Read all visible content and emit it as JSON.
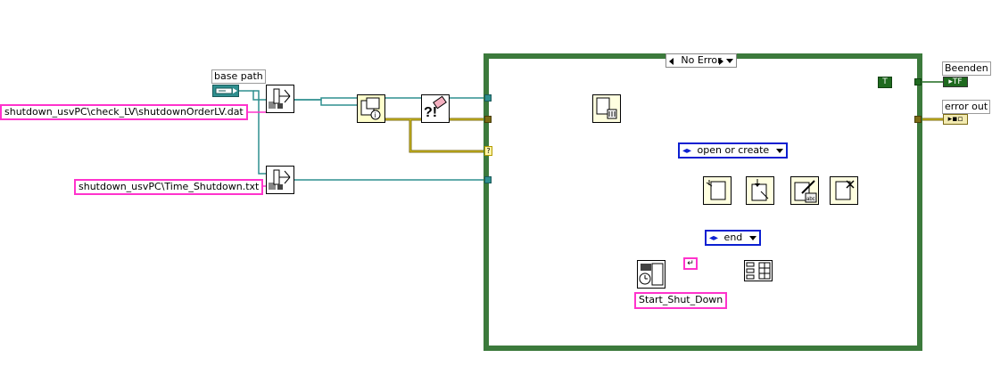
{
  "labels": {
    "base_path": "base path",
    "beenden": "Beenden",
    "error_out": "error out"
  },
  "constants": {
    "path1": "shutdown_usvPC\\check_LV\\shutdownOrderLV.dat",
    "path2": "shutdown_usvPC\\Time_Shutdown.txt",
    "start_shut_down": "Start_Shut_Down",
    "open_or_create": "open or create",
    "end": "end",
    "true_const": "T"
  },
  "case_structure": {
    "selector_value": "No Error"
  },
  "icons": {
    "path_control": "path-control-icon",
    "build_path": "build-path-icon",
    "file_info": "file-info-icon",
    "error_check": "error-check-icon",
    "delete_file": "delete-file-icon",
    "open_file": "open-create-file-icon",
    "set_file_position": "set-file-position-icon",
    "write_text": "write-text-file-icon",
    "close_file": "close-file-icon",
    "date_time": "get-date-time-icon",
    "concatenate": "concatenate-strings-icon"
  },
  "colors": {
    "path_wire": "#2f8f8f",
    "error_wire": "#c8b400",
    "string_wire": "#ff33cc",
    "enum": "#0b1fd1",
    "boolean": "#1f6a1f",
    "case_frame": "#3c7a3c"
  }
}
